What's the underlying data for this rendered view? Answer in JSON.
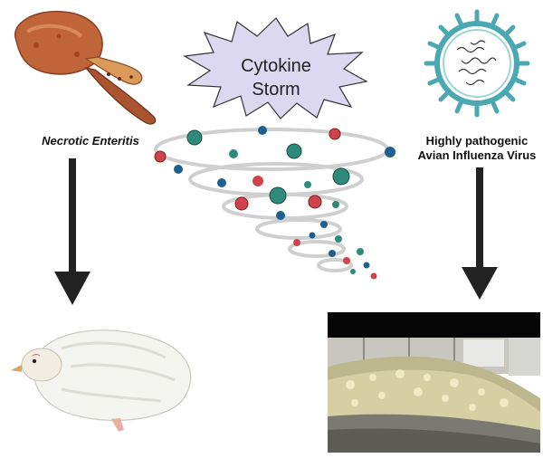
{
  "storm": {
    "line1": "Cytokine",
    "line2": "Storm"
  },
  "left": {
    "label": "Necrotic Enteritis"
  },
  "right": {
    "label_line1": "Highly pathogenic",
    "label_line2": "Avian Influenza Virus"
  },
  "colors": {
    "teal": "#2e8b7a",
    "blue": "#1f5f8f",
    "red": "#d0434c",
    "star_fill": "#ddd8f2",
    "arrow": "#222222",
    "tornado": "#cfcfcf",
    "virus": "#4aa8b3"
  }
}
